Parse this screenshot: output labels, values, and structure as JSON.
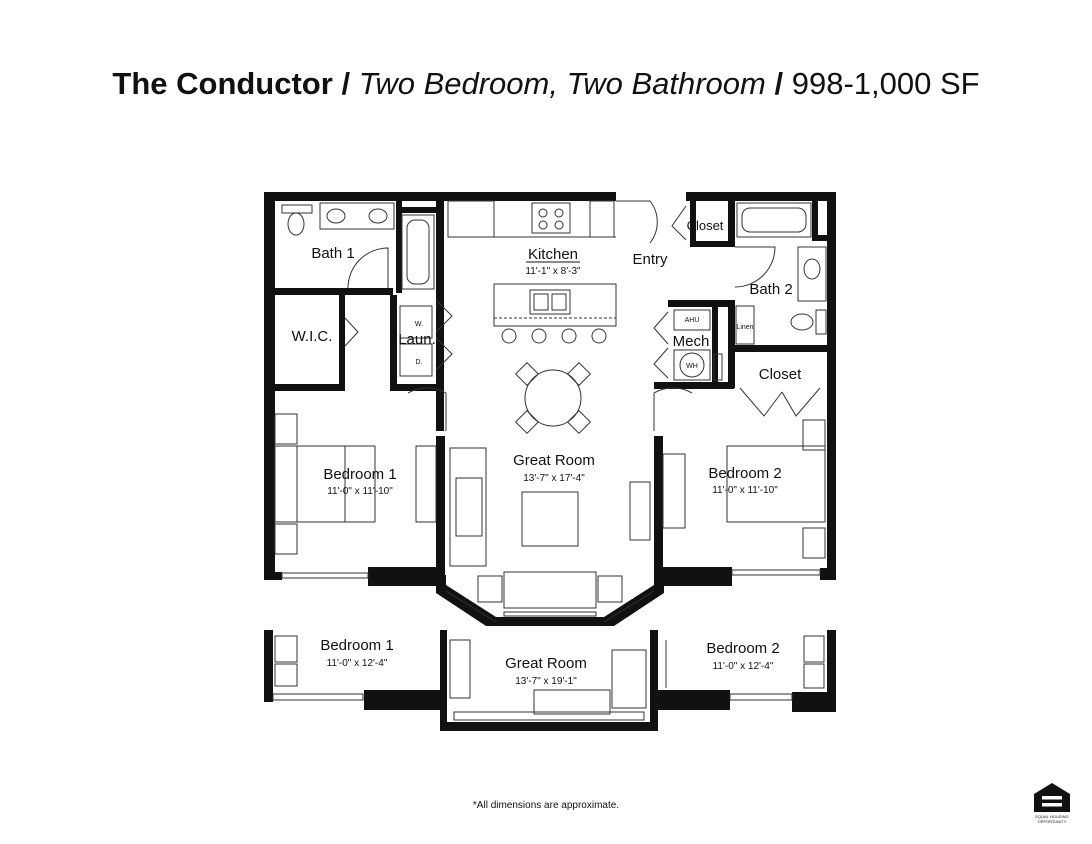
{
  "header": {
    "name": "The Conductor",
    "sep1": "/",
    "type": "Two Bedroom, Two Bathroom",
    "sep2": "/",
    "area": "998-1,000 SF"
  },
  "rooms": {
    "bath1": "Bath 1",
    "kitchen": "Kitchen",
    "kitchen_dim": "11'-1\" x 8'-3\"",
    "entry": "Entry",
    "closet_top": "Closet",
    "bath2": "Bath 2",
    "linen": "Linen",
    "ahu": "AHU",
    "mech": "Mech",
    "wh": "WH",
    "closet_right": "Closet",
    "wic": "W.I.C.",
    "laun": "Laun.",
    "w": "W.",
    "d": "D.",
    "bedroom1": "Bedroom 1",
    "bedroom1_dim": "11'-0\" x 11'-10\"",
    "great_room": "Great Room",
    "great_room_dim": "13'-7\" x 17'-4\"",
    "bedroom2": "Bedroom 2",
    "bedroom2_dim": "11'-0\" x 11'-10\""
  },
  "alt": {
    "bedroom1": "Bedroom 1",
    "bedroom1_dim": "11'-0\" x 12'-4\"",
    "great_room": "Great Room",
    "great_room_dim": "13'-7\" x 19'-1\"",
    "bedroom2": "Bedroom 2",
    "bedroom2_dim": "11'-0\" x 12'-4\""
  },
  "footnote": "*All dimensions are approximate.",
  "logo": {
    "icon": "equal-housing-opportunity-icon",
    "line1": "EQUAL HOUSING",
    "line2": "OPPORTUNITY"
  }
}
